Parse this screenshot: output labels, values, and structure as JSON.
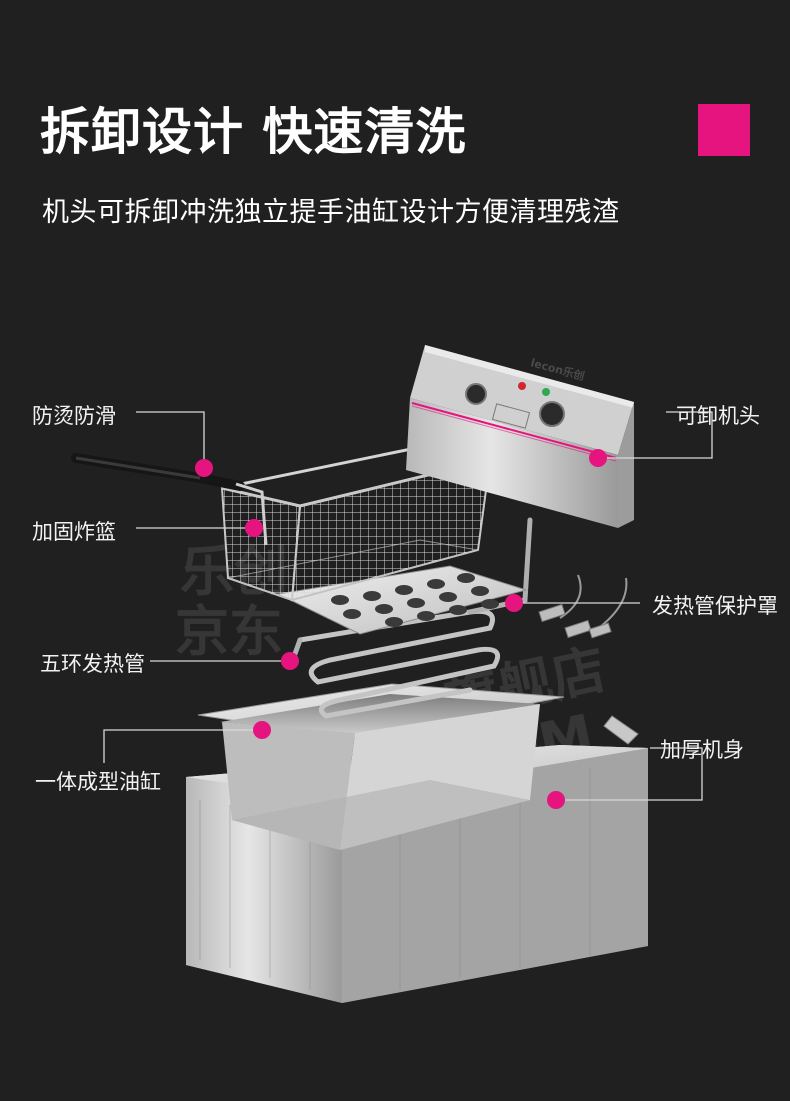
{
  "title": "拆卸设计 快速清洗",
  "subtitle": "机头可拆卸冲洗独立提手油缸设计方便清理残渣",
  "colors": {
    "background": "#202020",
    "accent": "#e6147e",
    "text": "#ffffff",
    "line": "#d8d8d8"
  },
  "product": {
    "brand": "lecon乐创"
  },
  "callouts": {
    "anti_scald": "防烫防滑",
    "basket": "加固炸篮",
    "element": "五环发热管",
    "tank": "一体成型油缸",
    "head": "可卸机头",
    "guard": "发热管保护罩",
    "body": "加厚机身"
  },
  "watermark": {
    "line1": "乐创",
    "line2": "京东",
    "line3": "旗舰店",
    "line4": "COM"
  }
}
